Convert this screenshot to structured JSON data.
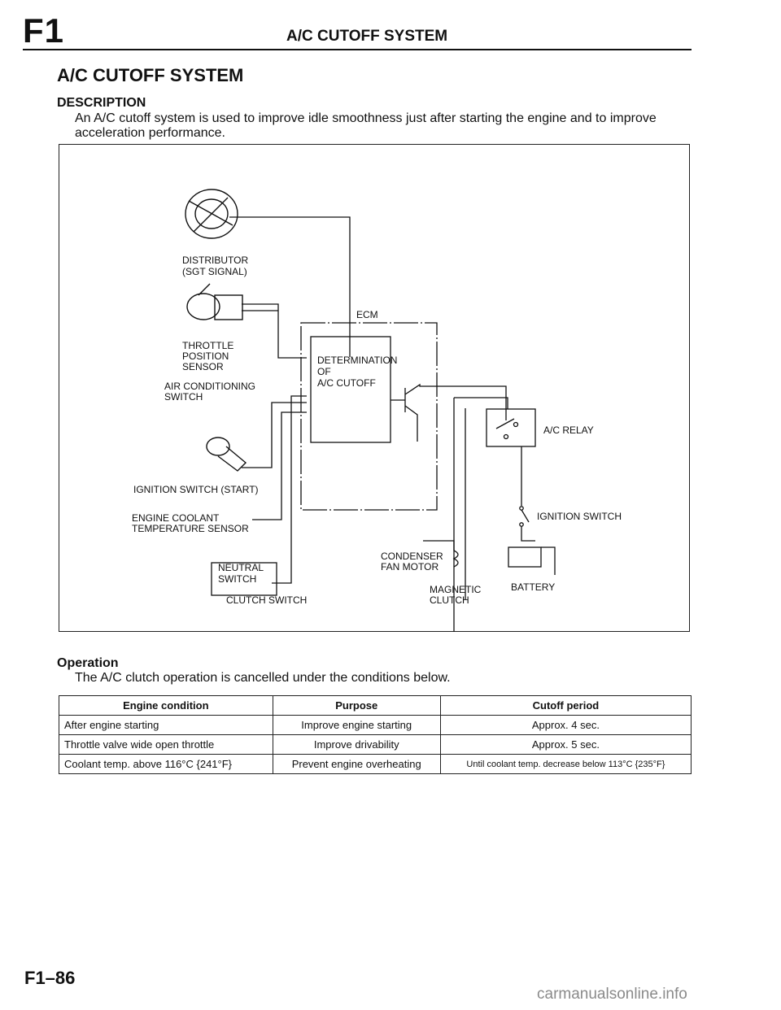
{
  "header": {
    "section_code": "F1",
    "title": "A/C CUTOFF SYSTEM"
  },
  "section_heading": "A/C CUTOFF SYSTEM",
  "description": {
    "heading": "DESCRIPTION",
    "body": "An A/C cutoff system is used to improve idle smoothness just after starting the engine and to improve acceleration performance."
  },
  "diagram": {
    "labels": {
      "distributor_1": "DISTRIBUTOR",
      "distributor_2": "(SGT SIGNAL)",
      "tps_1": "THROTTLE",
      "tps_2": "POSITION",
      "tps_3": "SENSOR",
      "ac_switch_1": "AIR CONDITIONING",
      "ac_switch_2": "SWITCH",
      "ign_start": "IGNITION SWITCH (START)",
      "ect_1": "ENGINE COOLANT",
      "ect_2": "TEMPERATURE SENSOR",
      "neutral_1": "NEUTRAL",
      "neutral_2": "SWITCH",
      "clutch_switch": "CLUTCH SWITCH",
      "ecm": "ECM",
      "determination_1": "DETERMINATION",
      "determination_2": "OF",
      "determination_3": "A/C CUTOFF",
      "ac_relay": "A/C RELAY",
      "ign_switch": "IGNITION SWITCH",
      "condenser_1": "CONDENSER",
      "condenser_2": "FAN MOTOR",
      "magnetic_1": "MAGNETIC",
      "magnetic_2": "CLUTCH",
      "battery": "BATTERY"
    }
  },
  "operation": {
    "heading": "Operation",
    "body": "The A/C clutch operation is cancelled under the conditions below.",
    "table": {
      "headers": [
        "Engine condition",
        "Purpose",
        "Cutoff period"
      ],
      "rows": [
        [
          "After engine starting",
          "Improve engine starting",
          "Approx. 4 sec."
        ],
        [
          "Throttle valve wide open throttle",
          "Improve drivability",
          "Approx. 5 sec."
        ],
        [
          "Coolant temp. above 116°C {241°F}",
          "Prevent engine overheating",
          "Until coolant temp. decrease below 113°C {235°F}"
        ]
      ]
    }
  },
  "page_number": "F1–86",
  "watermark": "carmanualsonline.info"
}
